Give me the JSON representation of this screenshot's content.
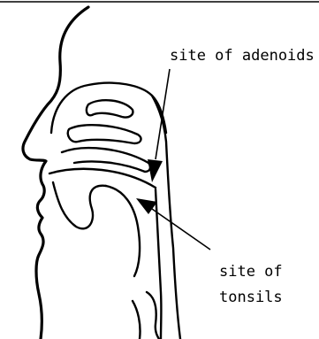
{
  "labels": {
    "adenoids": "site of adenoids",
    "tonsils_line1": "site of",
    "tonsils_line2": "tonsils"
  }
}
